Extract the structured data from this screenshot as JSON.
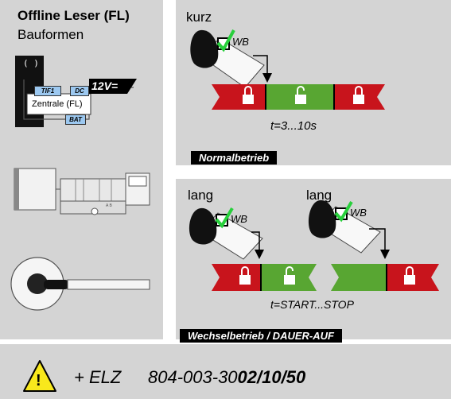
{
  "left": {
    "title": "Offline Leser (FL)",
    "subtitle": "Bauformen",
    "reader": {
      "led_symbol": "( )",
      "tif1": "TIF1",
      "dc": "DC",
      "bat": "BAT",
      "voltage": "12V=",
      "central": "Zentrale (FL)"
    },
    "cylinder_mark": "A B"
  },
  "normal": {
    "badge_label": "kurz",
    "wb_label": "WB",
    "time_label": "t=3...10s",
    "mode_label": "Normalbetrieb"
  },
  "toggle": {
    "left_badge_label": "lang",
    "right_badge_label": "lang",
    "wb_label": "WB",
    "time_label": "t=START...STOP",
    "mode_label": "Wechselbetrieb / DAUER-AUF"
  },
  "footer": {
    "warning_symbol": "!",
    "prefix": "+ ELZ",
    "code_plain": "804-003-30",
    "code_v1": "02",
    "sep1": "/",
    "code_v2": "10",
    "sep2": "/",
    "code_v3": "50"
  },
  "colors": {
    "red": "#c8141c",
    "green": "#58a632",
    "check": "#28d03c",
    "panel": "#d4d4d4",
    "blue": "#9cc8f0",
    "warning": "#f8e81c"
  }
}
